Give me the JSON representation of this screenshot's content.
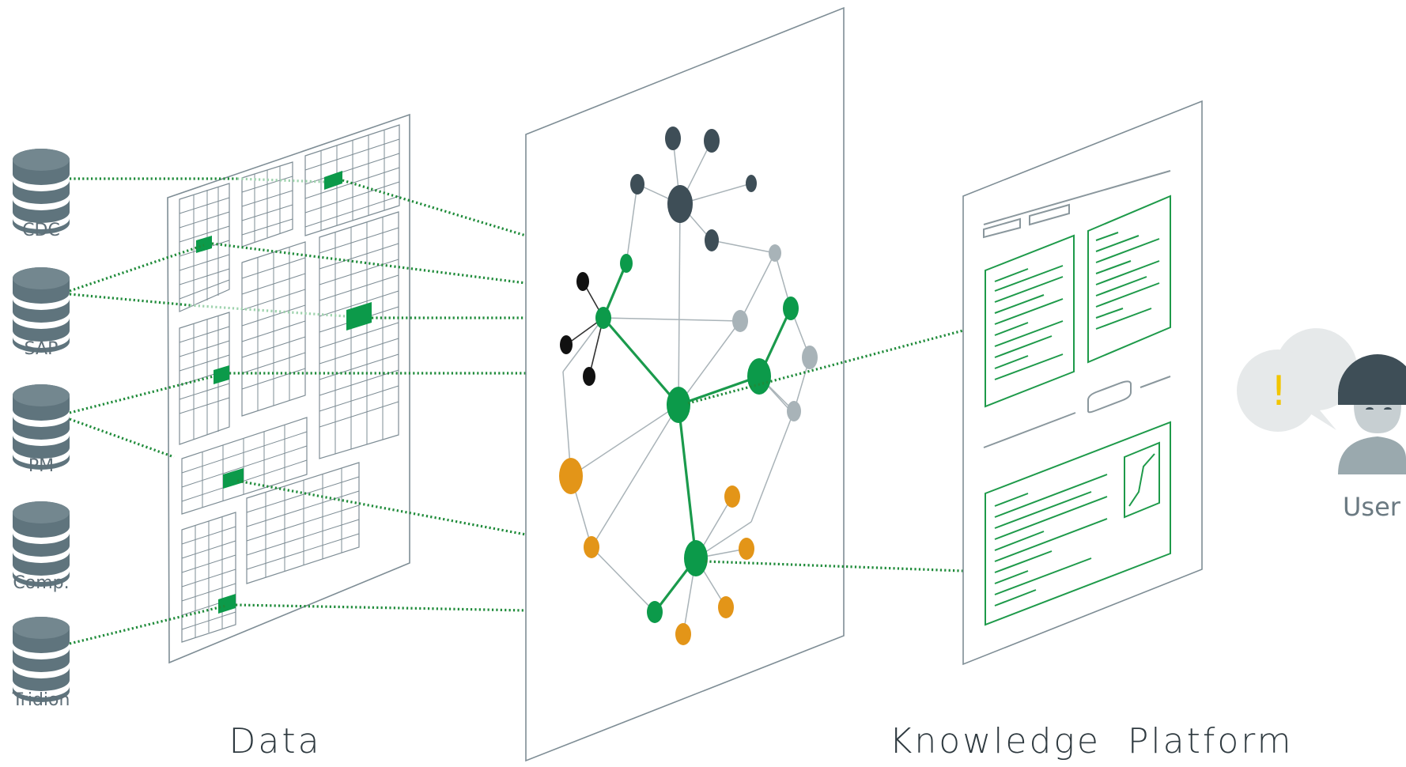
{
  "sources": [
    {
      "label": "CDC"
    },
    {
      "label": "SAP"
    },
    {
      "label": "PM"
    },
    {
      "label": "Comp."
    },
    {
      "label": "Tridion"
    }
  ],
  "labels": {
    "data": "Data",
    "knowledge_platform": "Knowledge  Platform",
    "user": "User",
    "alert_symbol": "!"
  },
  "colors": {
    "green": "#0c9a4a",
    "dark_node": "#3e4e57",
    "orange": "#e39518",
    "light_gray_node": "#a8b3b8",
    "black_node": "#111111",
    "db_body": "#5f747d",
    "panel_stroke": "#7e8d95"
  }
}
